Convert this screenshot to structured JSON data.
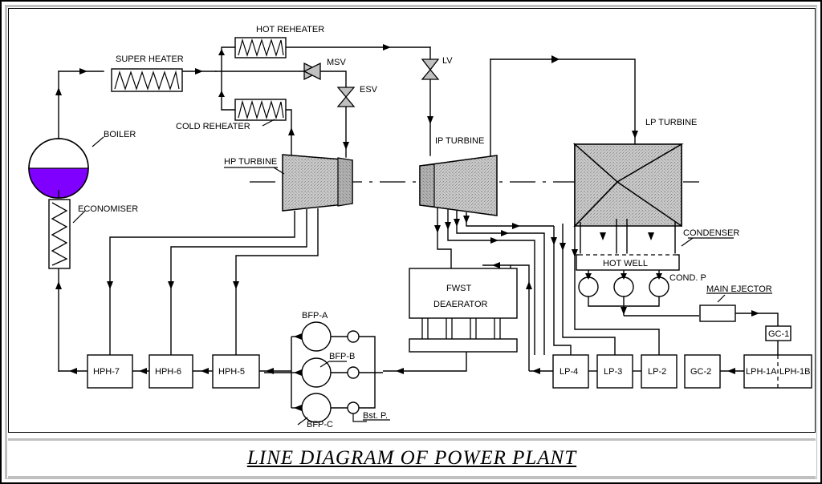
{
  "title": "LINE DIAGRAM OF POWER PLANT",
  "colors": {
    "boiler_water": "#8000FF",
    "line": "#000000",
    "turbine_fill_light": "#c4c4c4",
    "turbine_fill_dark": "#a8a8a8",
    "valve_fill": "#c0c0c0",
    "frame_bevel": "#c0c0c0",
    "background": "#ffffff"
  },
  "labels": {
    "boiler": "BOILER",
    "economiser": "ECONOMISER",
    "super_heater": "SUPER HEATER",
    "hot_reheater": "HOT REHEATER",
    "cold_reheater": "COLD REHEATER",
    "msv": "MSV",
    "esv": "ESV",
    "lv": "LV",
    "hp_turbine": "HP TURBINE",
    "ip_turbine": "IP TURBINE",
    "lp_turbine": "LP TURBINE",
    "condenser": "CONDENSER",
    "hot_well": "HOT WELL",
    "cond_p": "COND. P",
    "main_ejector": "MAIN EJECTOR",
    "fwst": "FWST",
    "deaerator": "DEAERATOR",
    "bfp_a": "BFP-A",
    "bfp_b": "BFP-B",
    "bfp_c": "BFP-C",
    "bst_p": "Bst. P.",
    "gc_1": "GC-1",
    "gc_2": "GC-2",
    "lph_1a": "LPH-1A",
    "lph_1b": "LPH-1B"
  },
  "hp_heaters": [
    {
      "id": "hph-7",
      "label": "HPH-7"
    },
    {
      "id": "hph-6",
      "label": "HPH-6"
    },
    {
      "id": "hph-5",
      "label": "HPH-5"
    }
  ],
  "lp_heaters": [
    {
      "id": "lp-4",
      "label": "LP-4"
    },
    {
      "id": "lp-3",
      "label": "LP-3"
    },
    {
      "id": "lp-2",
      "label": "LP-2"
    }
  ],
  "equipment": {
    "turbines": [
      "HP TURBINE",
      "IP TURBINE",
      "LP TURBINE"
    ],
    "pumps": [
      "BFP-A",
      "BFP-B",
      "BFP-C",
      "COND. P",
      "Bst. P."
    ],
    "valves": [
      "MSV",
      "ESV",
      "LV"
    ],
    "heat_exchangers": [
      "SUPER HEATER",
      "HOT REHEATER",
      "COLD REHEATER",
      "ECONOMISER",
      "CONDENSER"
    ],
    "vessels": [
      "BOILER",
      "FWST DEAERATOR",
      "HOT WELL"
    ],
    "gland_coolers": [
      "GC-1",
      "GC-2"
    ],
    "lp_heater_train": [
      "LPH-1A",
      "LPH-1B",
      "GC-2",
      "LP-2",
      "LP-3",
      "LP-4"
    ]
  }
}
